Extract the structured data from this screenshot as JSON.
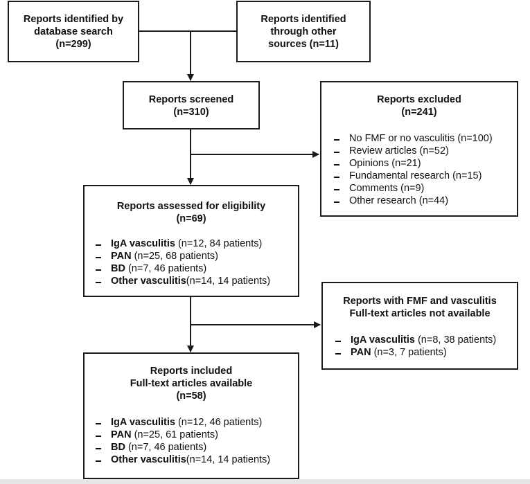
{
  "boxes": {
    "database_search": {
      "lines": [
        "Reports identified by",
        "database search",
        "(n=299)"
      ]
    },
    "other_sources": {
      "lines": [
        "Reports identified",
        "through other",
        "sources (n=11)"
      ]
    },
    "screened": {
      "lines": [
        "Reports screened",
        "(n=310)"
      ]
    },
    "excluded": {
      "lines": [
        "Reports excluded",
        "(n=241)"
      ],
      "items": [
        "No FMF or no vasculitis (n=100)",
        "Review articles (n=52)",
        "Opinions (n=21)",
        "Fundamental research (n=15)",
        "Comments (n=9)",
        "Other research (n=44)"
      ]
    },
    "eligibility": {
      "lines": [
        "Reports assessed for eligibility",
        "(n=69)"
      ],
      "items": [
        {
          "label": "IgA vasculitis",
          "detail": " (n=12, 84 patients)"
        },
        {
          "label": "PAN",
          "detail": " (n=25, 68 patients)"
        },
        {
          "label": "BD",
          "detail": " (n=7, 46 patients)"
        },
        {
          "label": "Other vasculitis",
          "detail": "(n=14, 14 patients)"
        }
      ]
    },
    "not_available": {
      "lines": [
        "Reports with FMF and vasculitis",
        "Full-text articles not available"
      ],
      "items": [
        {
          "label": "IgA vasculitis",
          "detail": " (n=8, 38 patients)"
        },
        {
          "label": "PAN",
          "detail": " (n=3, 7 patients)"
        }
      ]
    },
    "included": {
      "lines": [
        "Reports included",
        "Full-text articles available",
        "(n=58)"
      ],
      "items": [
        {
          "label": "IgA vasculitis",
          "detail": " (n=12, 46 patients)"
        },
        {
          "label": "PAN",
          "detail": " (n=25, 61 patients)"
        },
        {
          "label": "BD",
          "detail": " (n=7, 46 patients)"
        },
        {
          "label": "Other vasculitis",
          "detail": "(n=14, 14 patients)"
        }
      ]
    }
  }
}
